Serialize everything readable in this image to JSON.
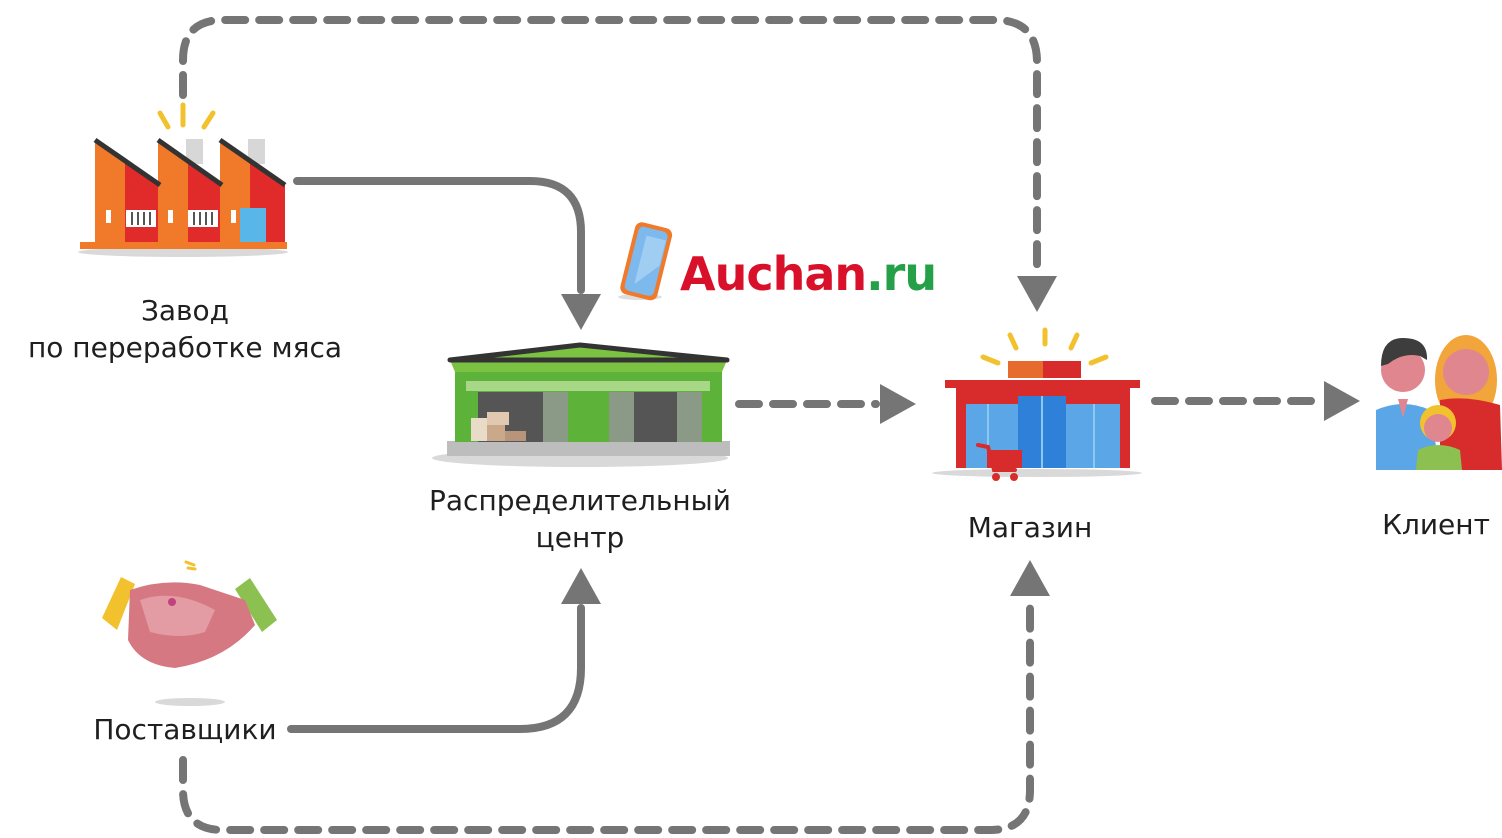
{
  "nodes": {
    "factory": {
      "line1": "Завод",
      "line2": "по переработке мяса"
    },
    "distribution_center": {
      "line1": "Распределительный",
      "line2": "центр"
    },
    "shop": {
      "label": "Магазин"
    },
    "client": {
      "label": "Клиент"
    },
    "suppliers": {
      "label": "Поставщики"
    }
  },
  "brand": {
    "name_part": "Auchan",
    "domain_part": ".ru"
  },
  "colors": {
    "arrow": "#757575",
    "factory_orange": "#f07a2a",
    "factory_red": "#e12b2b",
    "warehouse_green": "#5db33a",
    "shop_red": "#d82c2c",
    "shop_glass": "#5aa6e6",
    "brand_red": "#d8102a",
    "brand_green": "#24a148"
  },
  "icons": [
    "factory-icon",
    "warehouse-icon",
    "phone-icon",
    "shop-icon",
    "family-icon",
    "handshake-icon"
  ]
}
